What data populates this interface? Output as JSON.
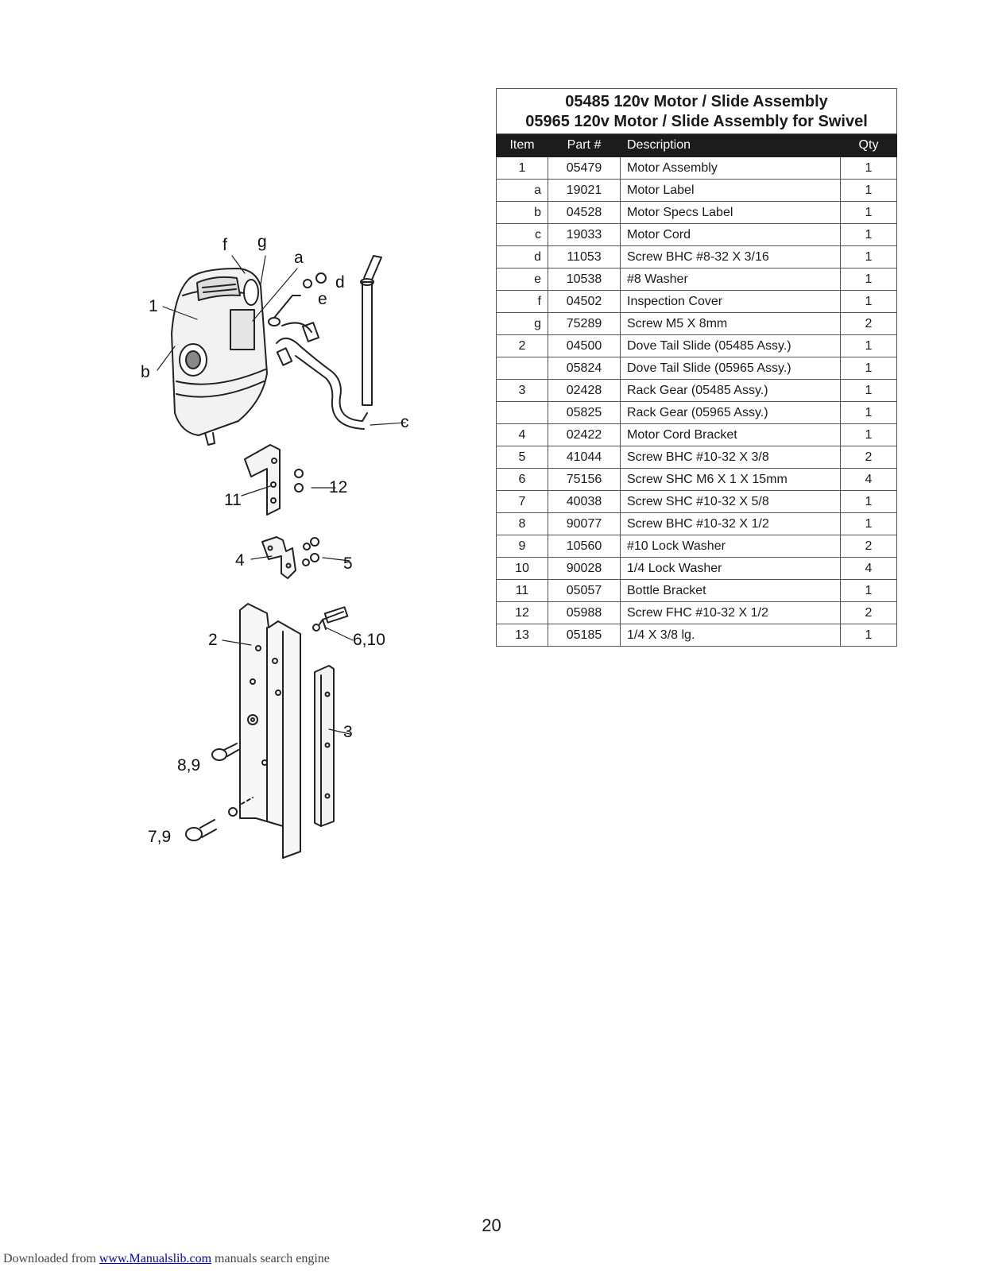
{
  "table": {
    "title_lines": [
      {
        "part": "05485",
        "text": " 120v Motor / Slide Assembly"
      },
      {
        "part": "05965",
        "text": " 120v Motor / Slide Assembly for Swivel"
      }
    ],
    "headers": {
      "item": "Item",
      "part": "Part #",
      "description": "Description",
      "qty": "Qty"
    },
    "rows": [
      {
        "item": "1",
        "part": "05479",
        "description": "Motor Assembly",
        "qty": "1",
        "sub": false
      },
      {
        "item": "a",
        "part": "19021",
        "description": "Motor Label",
        "qty": "1",
        "sub": true
      },
      {
        "item": "b",
        "part": "04528",
        "description": "Motor Specs Label",
        "qty": "1",
        "sub": true
      },
      {
        "item": "c",
        "part": "19033",
        "description": "Motor Cord",
        "qty": "1",
        "sub": true
      },
      {
        "item": "d",
        "part": "11053",
        "description": "Screw BHC #8-32 X 3/16",
        "qty": "1",
        "sub": true
      },
      {
        "item": "e",
        "part": "10538",
        "description": "#8 Washer",
        "qty": "1",
        "sub": true
      },
      {
        "item": "f",
        "part": "04502",
        "description": "Inspection Cover",
        "qty": "1",
        "sub": true
      },
      {
        "item": "g",
        "part": "75289",
        "description": "Screw M5 X 8mm",
        "qty": "2",
        "sub": true
      },
      {
        "item": "2",
        "part": "04500",
        "description": "Dove Tail Slide (05485 Assy.)",
        "qty": "1",
        "sub": false
      },
      {
        "item": "",
        "part": "05824",
        "description": "Dove Tail Slide (05965 Assy.)",
        "qty": "1",
        "sub": false
      },
      {
        "item": "3",
        "part": "02428",
        "description": "Rack Gear (05485 Assy.)",
        "qty": "1",
        "sub": false
      },
      {
        "item": "",
        "part": "05825",
        "description": "Rack Gear (05965 Assy.)",
        "qty": "1",
        "sub": false
      },
      {
        "item": "4",
        "part": "02422",
        "description": "Motor Cord Bracket",
        "qty": "1",
        "sub": false
      },
      {
        "item": "5",
        "part": "41044",
        "description": "Screw BHC #10-32 X 3/8",
        "qty": "2",
        "sub": false
      },
      {
        "item": "6",
        "part": "75156",
        "description": "Screw SHC M6 X 1 X 15mm",
        "qty": "4",
        "sub": false
      },
      {
        "item": "7",
        "part": "40038",
        "description": "Screw SHC #10-32 X 5/8",
        "qty": "1",
        "sub": false
      },
      {
        "item": "8",
        "part": "90077",
        "description": "Screw BHC #10-32 X 1/2",
        "qty": "1",
        "sub": false
      },
      {
        "item": "9",
        "part": "10560",
        "description": "#10 Lock Washer",
        "qty": "2",
        "sub": false
      },
      {
        "item": "10",
        "part": "90028",
        "description": "1/4 Lock Washer",
        "qty": "4",
        "sub": false
      },
      {
        "item": "11",
        "part": "05057",
        "description": "Bottle Bracket",
        "qty": "1",
        "sub": false
      },
      {
        "item": "12",
        "part": "05988",
        "description": "Screw FHC #10-32 X 1/2",
        "qty": "2",
        "sub": false
      },
      {
        "item": "13",
        "part": "05185",
        "description": "1/4 X 3/8 lg.",
        "qty": "1",
        "sub": false
      }
    ]
  },
  "diagram": {
    "callouts": {
      "f": "f",
      "g": "g",
      "a": "a",
      "d": "d",
      "e": "e",
      "one": "1",
      "b": "b",
      "c": "c",
      "twelve": "12",
      "eleven": "11",
      "four": "4",
      "five": "5",
      "two": "2",
      "six_ten": "6,10",
      "three": "3",
      "eight_nine": "8,9",
      "seven_nine": "7,9"
    }
  },
  "page_number": "20",
  "footer": {
    "prefix": "Downloaded from ",
    "link": "www.Manualslib.com",
    "suffix": " manuals search engine"
  }
}
